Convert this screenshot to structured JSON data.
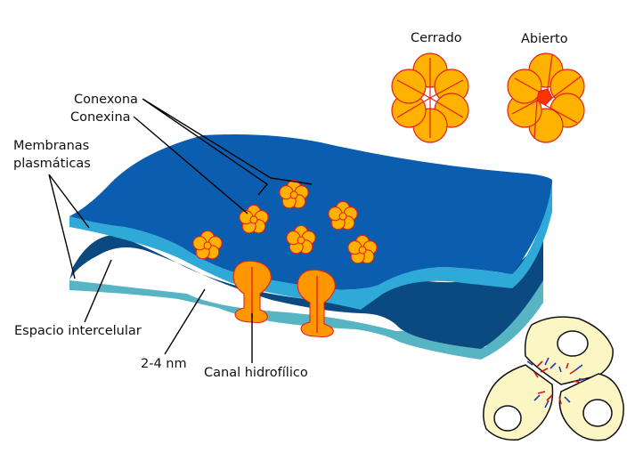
{
  "labels": {
    "connexon": "Conexona",
    "connexin": "Conexina",
    "membranes_line1": "Membranas",
    "membranes_line2": "plasmáticas",
    "intercellular_space": "Espacio intercelular",
    "gap_width": "2-4 nm",
    "hydrophilic_channel": "Canal hidrofílico",
    "closed": "Cerrado",
    "open": "Abierto"
  },
  "colors": {
    "membrane_top_fill": "#0b5db0",
    "membrane_top_edge": "#2fa9d8",
    "membrane_bottom_fill": "#0b4a80",
    "membrane_bottom_edge": "#57b4c2",
    "connexon_fill": "#ffb300",
    "connexon_outline": "#e6201a",
    "channel_fill": "#ff9800",
    "cell_fill": "#fbf6c4"
  }
}
